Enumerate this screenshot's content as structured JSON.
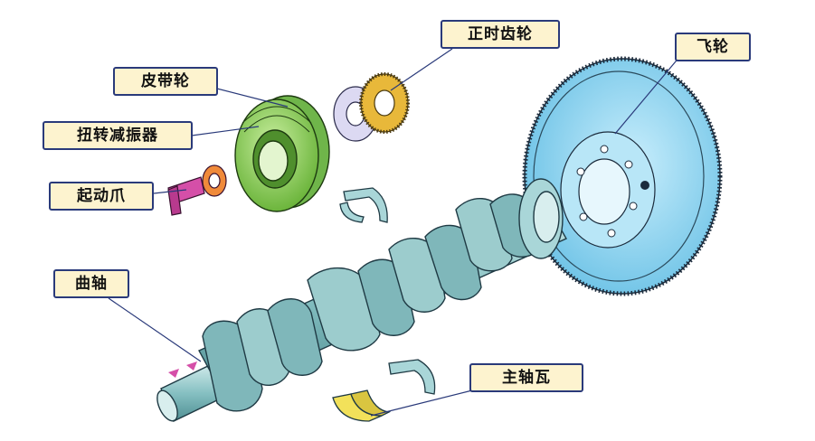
{
  "labels": {
    "timing_gear": "正时齿轮",
    "flywheel": "飞轮",
    "pulley": "皮带轮",
    "torsional_damper": "扭转减振器",
    "starter_claw": "起动爪",
    "crankshaft": "曲轴",
    "main_bearing": "主轴瓦"
  },
  "colors": {
    "label_fill": "#fdf3cf",
    "label_border": "#2a3a7a",
    "crankshaft": "#8cc3c6",
    "flywheel": "#8fd3ef",
    "damper": "#8fd05c",
    "timing_gear": "#e8b83a",
    "starter_claw": "#d54fa8",
    "bearing_highlight": "#f2e15a"
  }
}
